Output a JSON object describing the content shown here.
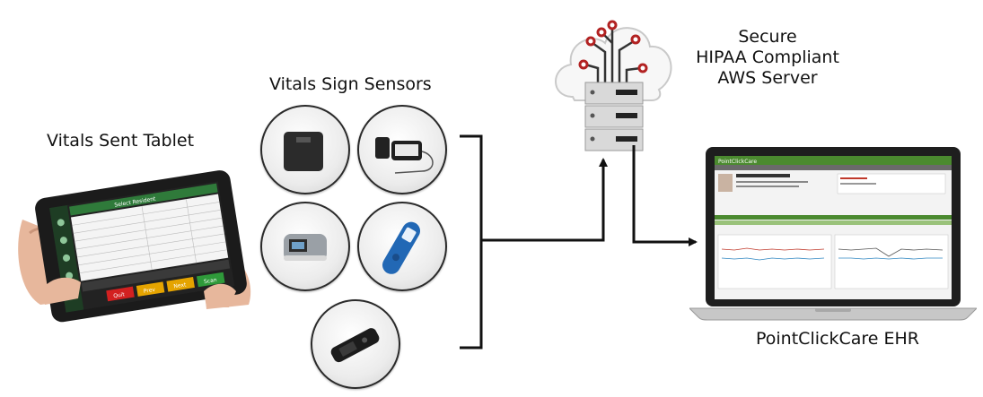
{
  "labels": {
    "tablet": "Vitals Sent Tablet",
    "sensors": "Vitals Sign Sensors",
    "server_line1": "Secure",
    "server_line2": "HIPAA Compliant",
    "server_line3": "AWS Server",
    "ehr": "PointClickCare EHR"
  },
  "tablet_screen": {
    "header": "Select Resident",
    "buttons": [
      "Quit",
      "Prev",
      "Next",
      "Scan"
    ]
  },
  "laptop_screen": {
    "brand": "PointClickCare"
  },
  "sensors": [
    {
      "name": "weight-scale-icon"
    },
    {
      "name": "blood-pressure-monitor-icon"
    },
    {
      "name": "pulse-oximeter-icon"
    },
    {
      "name": "thermometer-icon"
    },
    {
      "name": "glucose-meter-icon"
    }
  ],
  "colors": {
    "tablet_green": "#2f7a3a",
    "ehr_green": "#4b8a2f",
    "arrow": "#111111",
    "server_dot": "#b22222"
  }
}
